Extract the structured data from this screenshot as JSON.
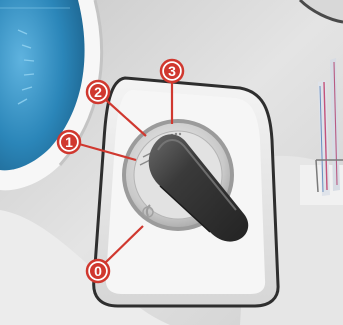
{
  "figure": {
    "callouts": [
      {
        "id": "0",
        "label": "0"
      },
      {
        "id": "1",
        "label": "1"
      },
      {
        "id": "2",
        "label": "2"
      },
      {
        "id": "3",
        "label": "3"
      }
    ]
  },
  "colors": {
    "callout_red": "#d0382f",
    "instrument_blue": "#2a86b8",
    "panel_grey": "#dedede",
    "knob_dark": "#3c3c3c"
  }
}
